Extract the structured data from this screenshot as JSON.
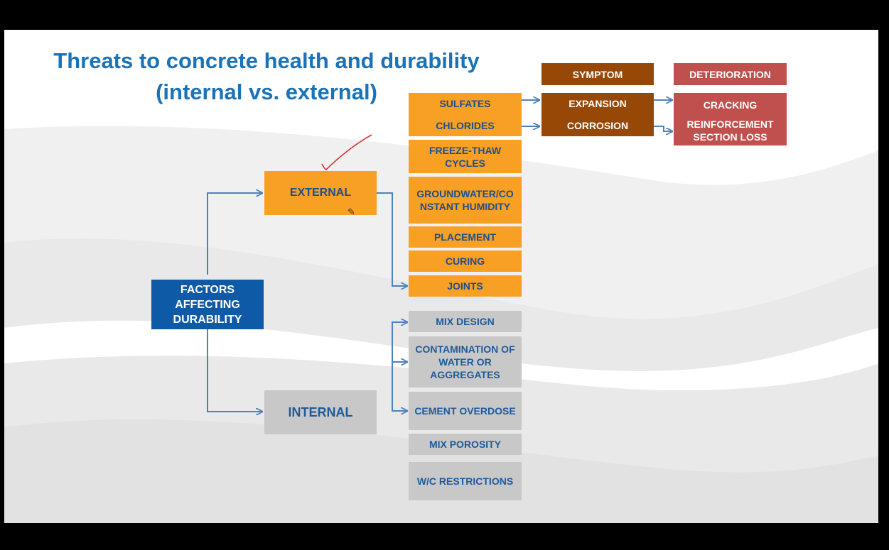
{
  "title": {
    "line1": "Threats to concrete health and durability",
    "line2": "(internal vs. external)"
  },
  "headers": {
    "symptom": "SYMPTOM",
    "deterioration": "DETERIORATION"
  },
  "root": "FACTORS AFFECTING DURABILITY",
  "branches": {
    "external": "EXTERNAL",
    "internal": "INTERNAL"
  },
  "external_factors": [
    "SULFATES",
    "CHLORIDES",
    "FREEZE-THAW CYCLES",
    "GROUNDWATER/CONSTANT HUMIDITY",
    "PLACEMENT",
    "CURING",
    "JOINTS"
  ],
  "internal_factors": [
    "MIX DESIGN",
    "CONTAMINATION OF WATER OR AGGREGATES",
    "CEMENT OVERDOSE",
    "MIX POROSITY",
    "W/C RESTRICTIONS"
  ],
  "symptoms": [
    "EXPANSION",
    "CORROSION"
  ],
  "deteriorations": [
    "CRACKING",
    "REINFORCEMENT SECTION LOSS"
  ],
  "colors": {
    "title": "#1a73b8",
    "external": "#f7a023",
    "internal": "#c8c8c8",
    "symptom": "#974806",
    "deterioration": "#c0504d",
    "root": "#0e5aa7",
    "arrow": "#4f81bd"
  }
}
